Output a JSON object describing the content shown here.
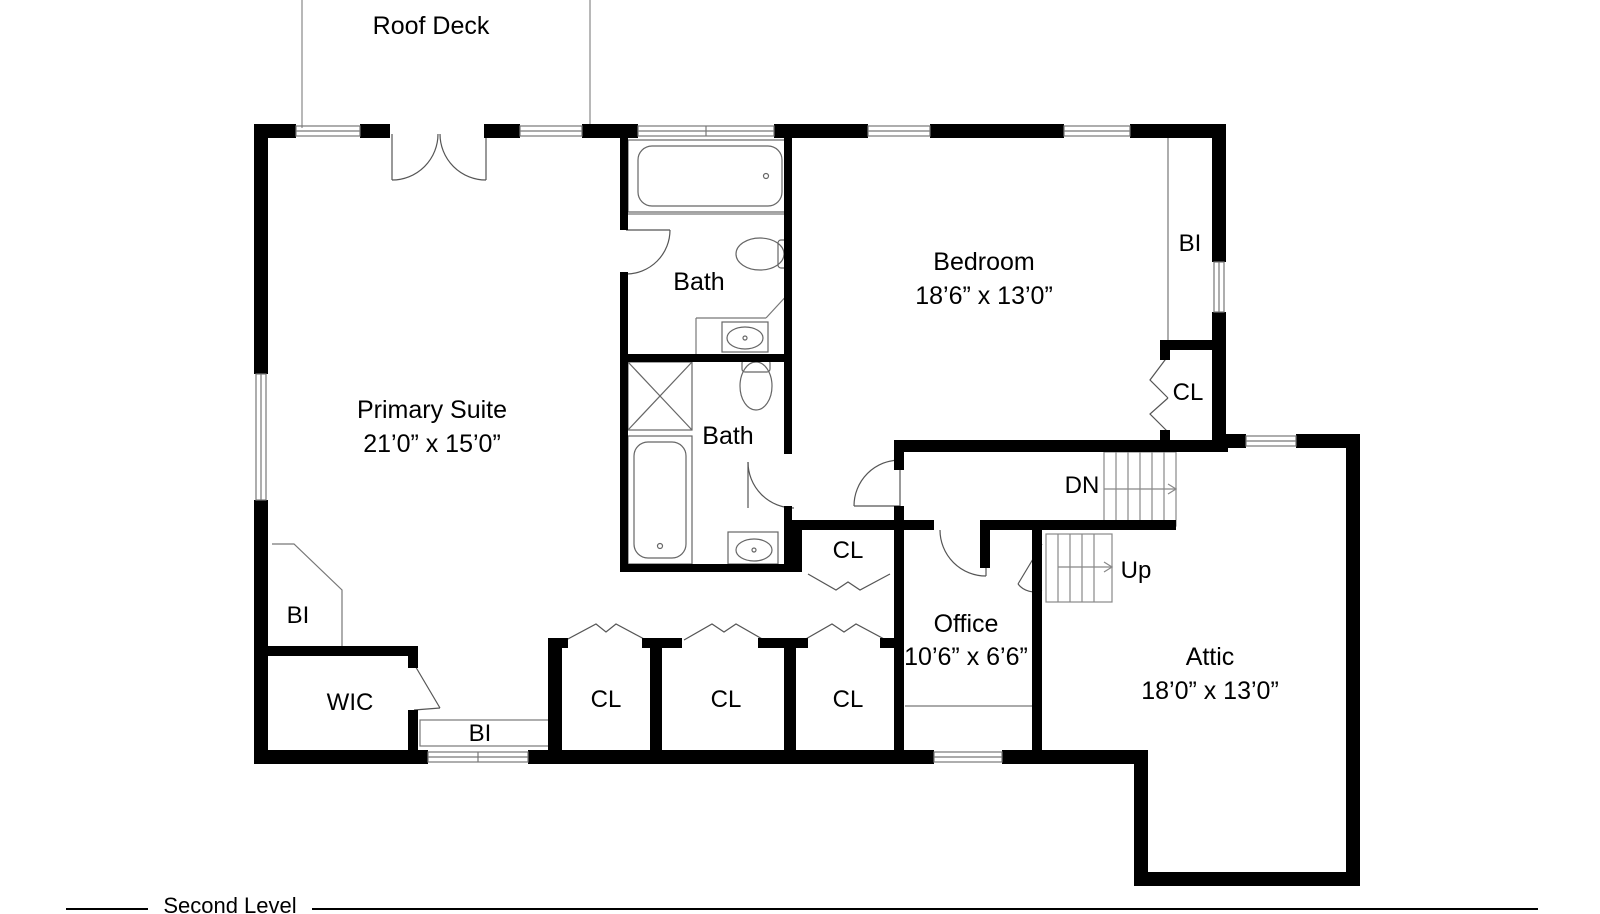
{
  "rooms": {
    "roof_deck": {
      "label": "Roof Deck"
    },
    "primary_suite": {
      "label": "Primary Suite",
      "size": "21’0” x 15’0”"
    },
    "bath_upper": {
      "label": "Bath"
    },
    "bath_lower": {
      "label": "Bath"
    },
    "bedroom": {
      "label": "Bedroom",
      "size": "18’6” x 13’0”"
    },
    "office": {
      "label": "Office",
      "size": "10’6” x 6’6”"
    },
    "attic": {
      "label": "Attic",
      "size": "18’0” x 13’0”"
    },
    "wic": {
      "label": "WIC"
    }
  },
  "closets": {
    "cl_bedroom": "CL",
    "cl_hall": "CL",
    "cl_1": "CL",
    "cl_2": "CL",
    "cl_3": "CL"
  },
  "builtins": {
    "bi_bedroom": "BI",
    "bi_suite": "BI",
    "bi_bottom": "BI"
  },
  "stairs": {
    "down": "DN",
    "up": "Up"
  },
  "level": {
    "label": "Second Level"
  }
}
